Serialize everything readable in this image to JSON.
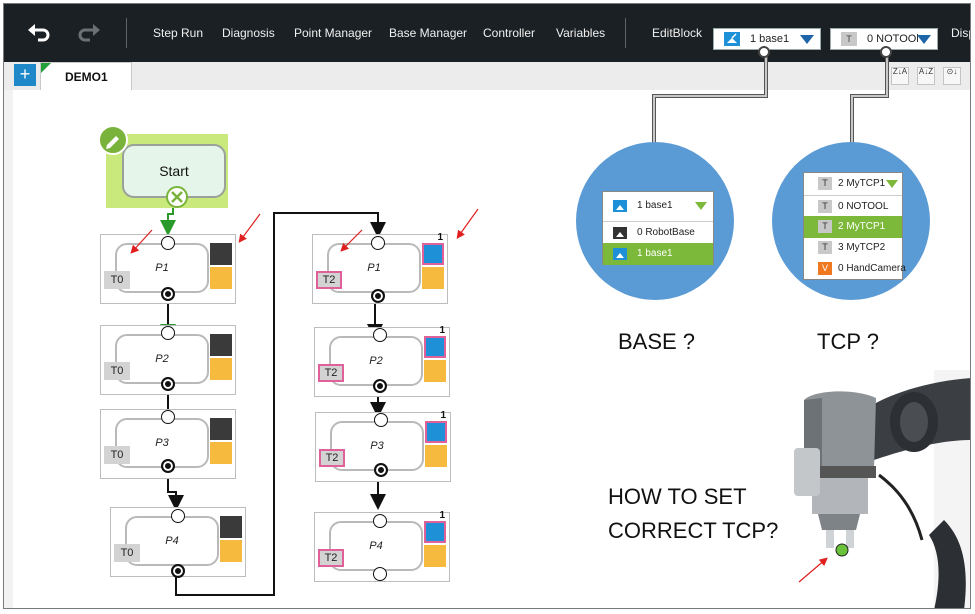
{
  "toolbar": {
    "items": [
      "Step Run",
      "Diagnosis",
      "Point Manager",
      "Base Manager",
      "Controller",
      "Variables",
      "EditBlock"
    ],
    "base_select": "1 base1",
    "tcp_select": "0 NOTOOl",
    "overflow_label": "Disp"
  },
  "tabs": {
    "add": "+",
    "active": "DEMO1"
  },
  "sort_buttons": [
    "Z↓A",
    "A↓Z",
    "⊙↓"
  ],
  "flow": {
    "start_label": "Start",
    "left_column": [
      {
        "point": "P1",
        "tool": "T0",
        "marker": ""
      },
      {
        "point": "P2",
        "tool": "T0",
        "marker": ""
      },
      {
        "point": "P3",
        "tool": "T0",
        "marker": ""
      },
      {
        "point": "P4",
        "tool": "T0",
        "marker": ""
      }
    ],
    "right_column": [
      {
        "point": "P1",
        "tool": "T2",
        "marker": "1"
      },
      {
        "point": "P2",
        "tool": "T2",
        "marker": "1"
      },
      {
        "point": "P3",
        "tool": "T2",
        "marker": "1"
      },
      {
        "point": "P4",
        "tool": "T2",
        "marker": "1"
      }
    ]
  },
  "base_popup": {
    "header": "1 base1",
    "options": [
      "0 RobotBase",
      "1 base1"
    ],
    "selected": "1 base1"
  },
  "tcp_popup": {
    "header": "2 MyTCP1",
    "options": [
      {
        "prefix": "T",
        "label": "0 NOTOOL"
      },
      {
        "prefix": "T",
        "label": "2 MyTCP1"
      },
      {
        "prefix": "T",
        "label": "3 MyTCP2"
      },
      {
        "prefix": "V",
        "label": "0 HandCamera"
      }
    ],
    "selected": "2 MyTCP1"
  },
  "annotations": {
    "base_question": "BASE ?",
    "tcp_question": "TCP ?",
    "how_line1": "HOW TO SET",
    "how_line2": "CORRECT TCP?"
  },
  "colors": {
    "toolbar_bg": "#1b2024",
    "popup_circle": "#5b9bd5",
    "selected_green": "#7cb83a",
    "start_highlight": "#c9e97c",
    "arrow_red": "#e02020"
  }
}
